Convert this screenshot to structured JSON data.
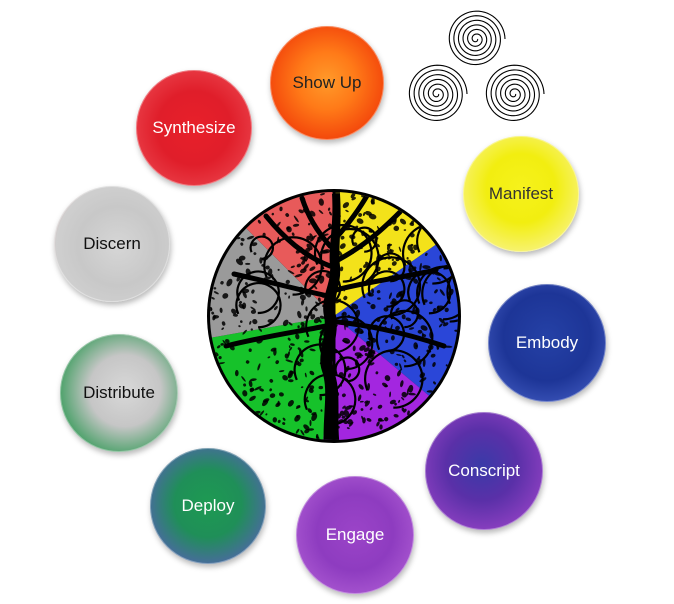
{
  "nodes": [
    {
      "label": "Show Up",
      "text_color": "#222222",
      "fill": "radial-gradient(circle at 50% 48%, #ff9a2a 0%, #ff7a18 35%, #f44a0c 70%, #ffd2b0 100%)"
    },
    {
      "label": "Manifest",
      "text_color": "#333333",
      "fill": "radial-gradient(circle at 50% 45%, #f6f21c 0%, #f2ee10 40%, #f7f26a 72%, #a9b0e8 100%)"
    },
    {
      "label": "Embody",
      "text_color": "#ffffff",
      "fill": "radial-gradient(circle at 50% 45%, #2541a6 0%, #1d3597 50%, #3a53b8 80%, #b9c2ea 100%)"
    },
    {
      "label": "Conscript",
      "text_color": "#ffffff",
      "fill": "radial-gradient(circle at 48% 45%, #3a3aa8 0%, #5a30a8 40%, #8a3fc0 75%, #dcc6f0 100%)"
    },
    {
      "label": "Engage",
      "text_color": "#ffffff",
      "fill": "radial-gradient(circle at 50% 48%, #9b44c8 0%, #8e3cc0 45%, #a856d0 78%, #ead4f6 100%)"
    },
    {
      "label": "Deploy",
      "text_color": "#ffffff",
      "fill": "radial-gradient(circle at 50% 48%, #1e9a52 0%, #1f8f58 40%, #4a6aa0 75%, #d0c8ee 100%)"
    },
    {
      "label": "Distribute",
      "text_color": "#111111",
      "fill": "radial-gradient(circle at 55% 48%, #d8d8d8 0%, #c6c6c6 40%, #3a9c5c 78%, #bfe6cf 100%)"
    },
    {
      "label": "Discern",
      "text_color": "#111111",
      "fill": "radial-gradient(circle at 55% 52%, #d6d6d6 0%, #c8c8c8 45%, #cfcfcf 70%, #f0a0a0 100%)"
    },
    {
      "label": "Synthesize",
      "text_color": "#ffffff",
      "fill": "radial-gradient(circle at 50% 50%, #e8202a 0%, #e01e2a 45%, #e83a44 75%, #f8c2c4 100%)"
    }
  ],
  "palette": {
    "red": "#e85a5a",
    "yellow": "#f3e21a",
    "blue": "#2a46d8",
    "purple": "#a326e0",
    "green": "#16c22a",
    "gray": "#9a9a9a",
    "ink": "#000000"
  },
  "icons": {
    "tree": "tree-of-life-icon",
    "triskele": "triple-spiral-icon"
  }
}
